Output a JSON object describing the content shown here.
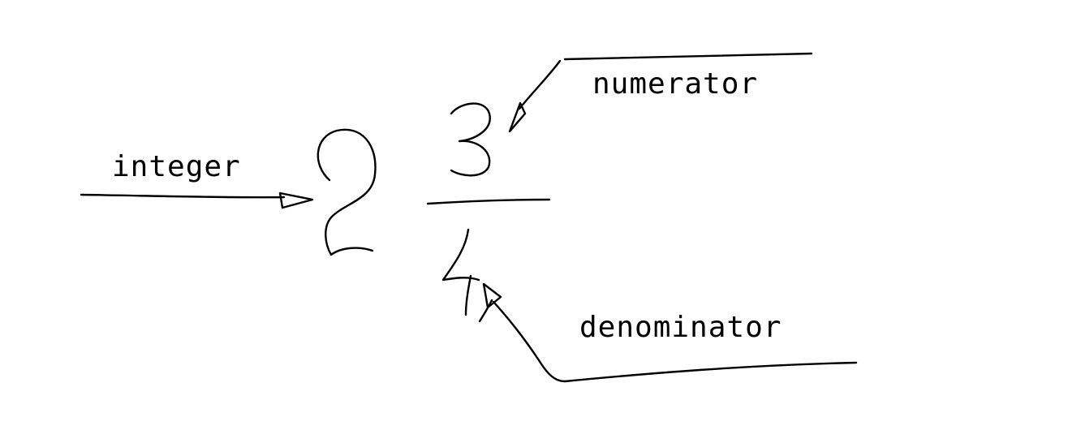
{
  "labels": {
    "integer": "integer",
    "numerator": "numerator",
    "denominator": "denominator"
  },
  "handwritten": {
    "integer_digit": "2",
    "numerator_digit": "3",
    "denominator_digit": "4"
  },
  "colors": {
    "ink": "#000000",
    "background": "#ffffff"
  }
}
